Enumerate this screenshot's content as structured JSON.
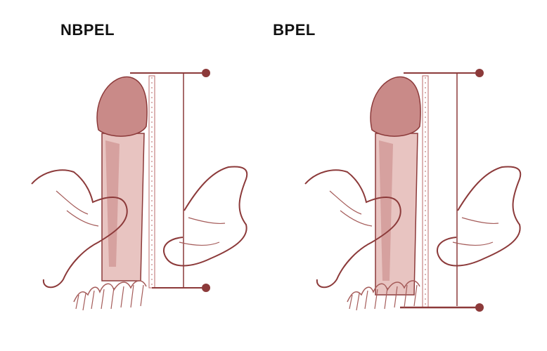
{
  "panels": [
    {
      "id": "nbpel",
      "title": "NBPEL",
      "pubic_pad_compressed": false
    },
    {
      "id": "bpel",
      "title": "BPEL",
      "pubic_pad_compressed": true
    }
  ],
  "colors": {
    "line": "#8c3a3a",
    "fill_dark": "#c98a88",
    "fill_light": "#e8c4c1",
    "ruler": "#b86a68",
    "hatch": "#a55c5a"
  }
}
